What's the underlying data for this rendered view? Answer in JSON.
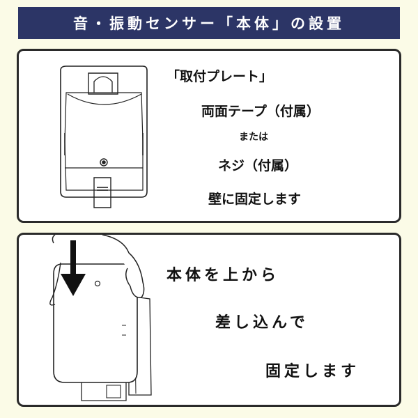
{
  "banner": {
    "title": "音・振動センサー「本体」の設置"
  },
  "panel1": {
    "plate_label": "「取付プレート」",
    "tape_text": "両面テープ（付属）",
    "or_text": "または",
    "screw_text": "ネジ（付属）",
    "fix_text": "壁に固定します"
  },
  "panel2": {
    "line1": "本体を上から",
    "line2": "差し込んで",
    "line3": "固定します"
  },
  "colors": {
    "banner_bg": "#2c3566",
    "page_bg": "#fbfbe7"
  }
}
